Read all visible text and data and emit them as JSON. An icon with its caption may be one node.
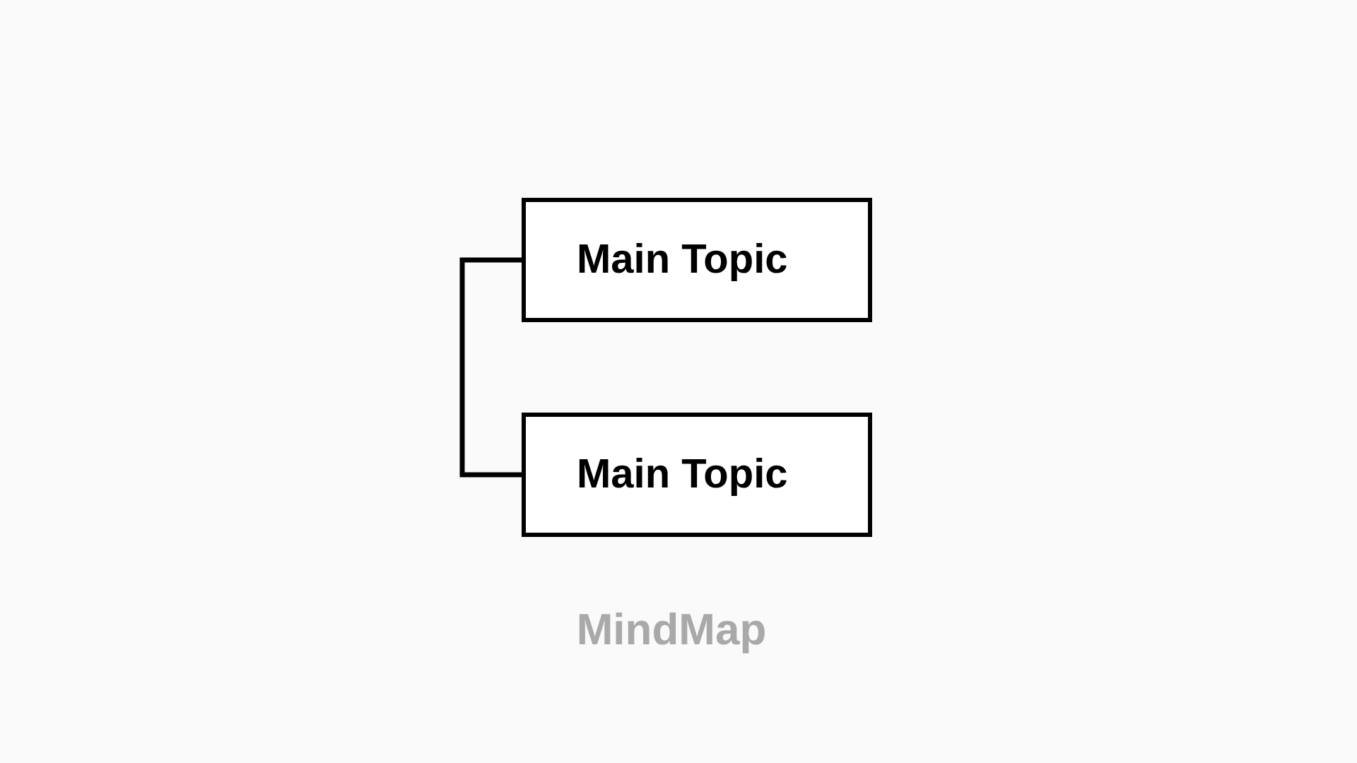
{
  "diagram": {
    "caption": "MindMap",
    "nodes": [
      {
        "text": [
          "Main Topic"
        ]
      },
      {
        "text": [
          "Main Topic"
        ]
      }
    ],
    "edges": [
      {
        "from": 0,
        "to": 1,
        "arrow": "none"
      }
    ]
  }
}
